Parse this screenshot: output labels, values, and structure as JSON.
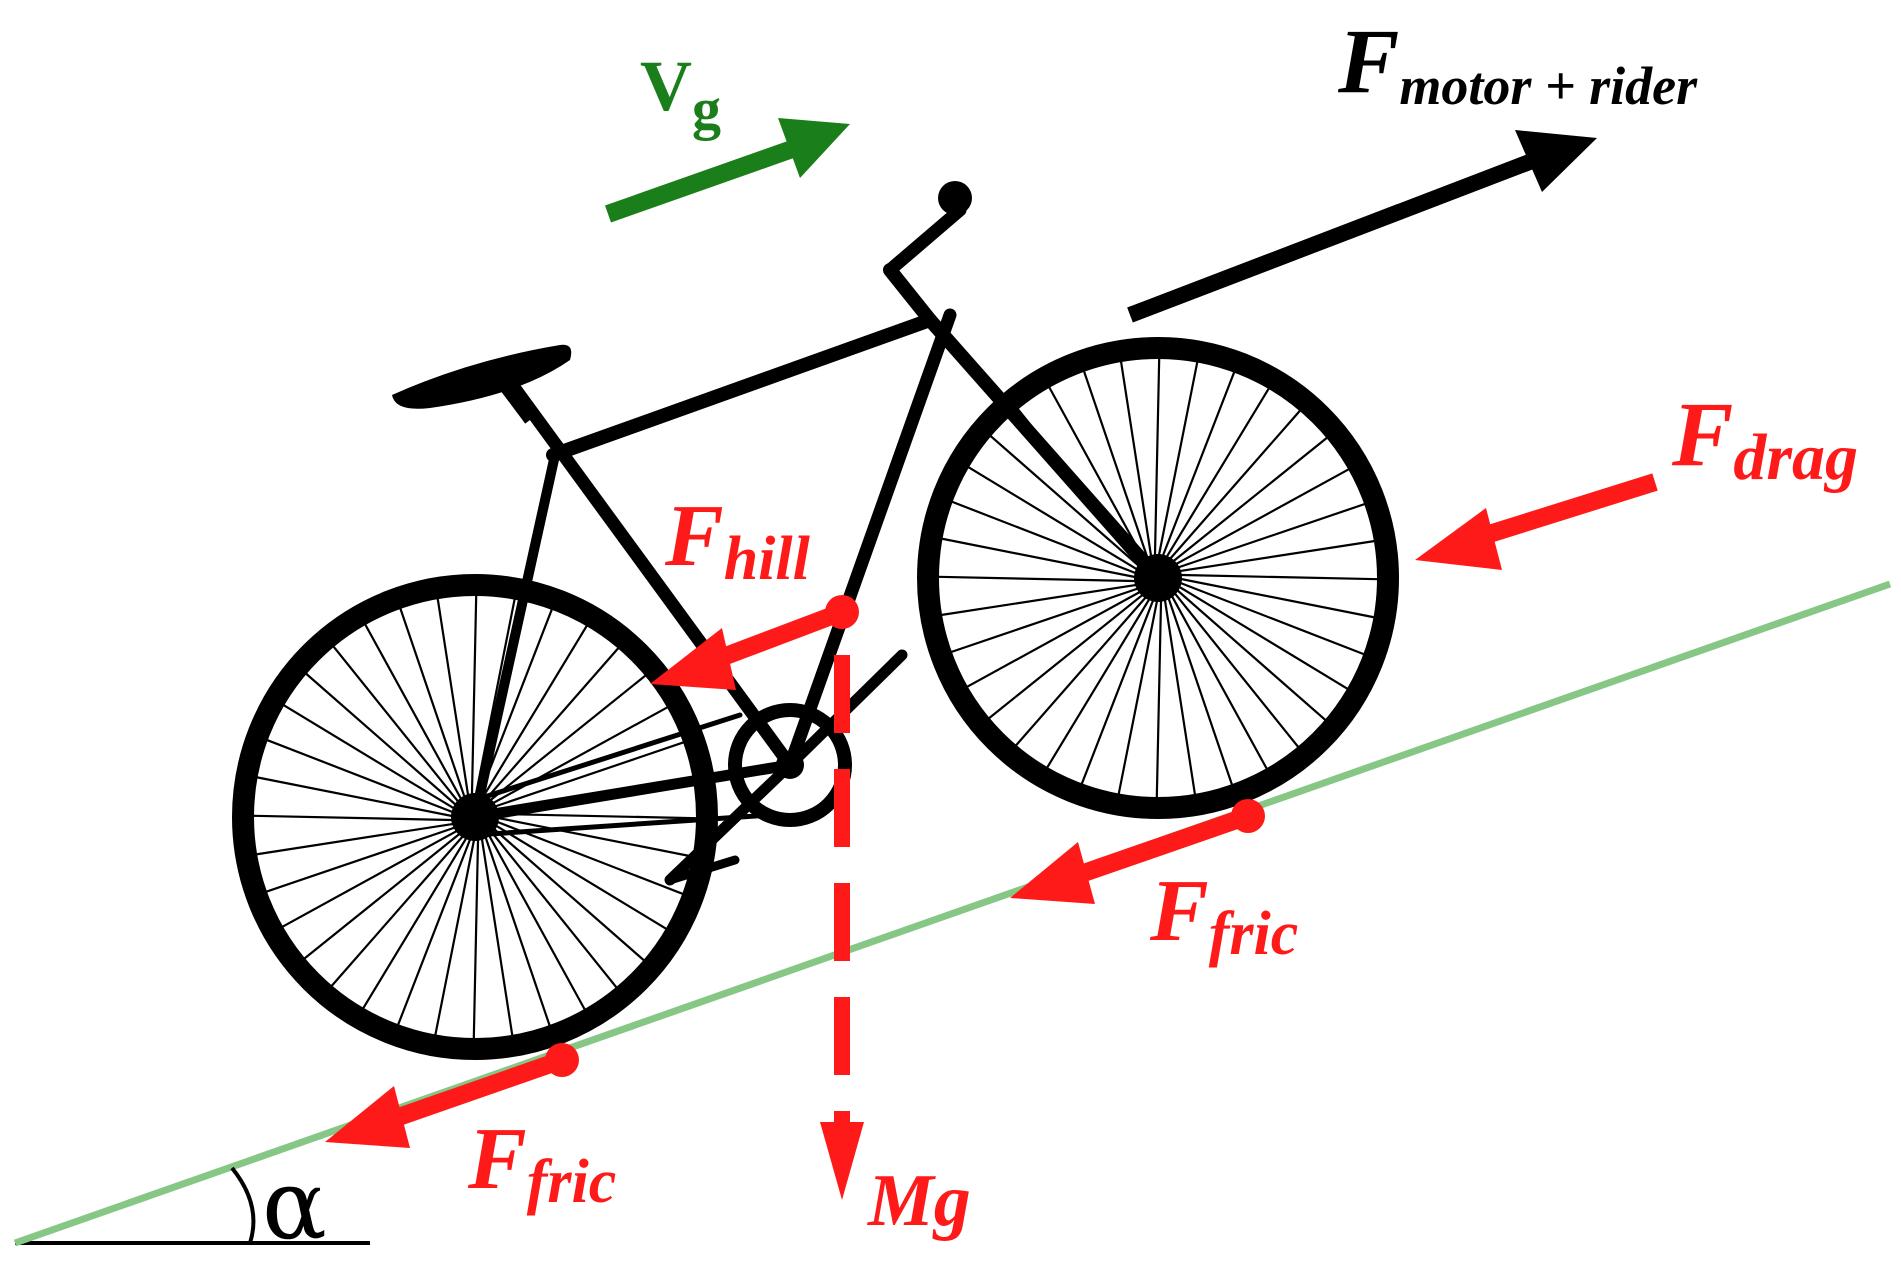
{
  "colors": {
    "force": "#ff1a1a",
    "velocity": "#1a7f1a",
    "incline": "#86c786",
    "bike": "#000000"
  },
  "labels": {
    "velocity": {
      "main": "V",
      "sub": "g"
    },
    "motor_force": {
      "main": "F",
      "sub": "motor + rider"
    },
    "drag_force": {
      "main": "F",
      "sub": "drag"
    },
    "hill_force": {
      "main": "F",
      "sub": "hill"
    },
    "friction_front": {
      "main": "F",
      "sub": "fric"
    },
    "friction_rear": {
      "main": "F",
      "sub": "fric"
    },
    "weight": "Mg",
    "angle": "α"
  }
}
